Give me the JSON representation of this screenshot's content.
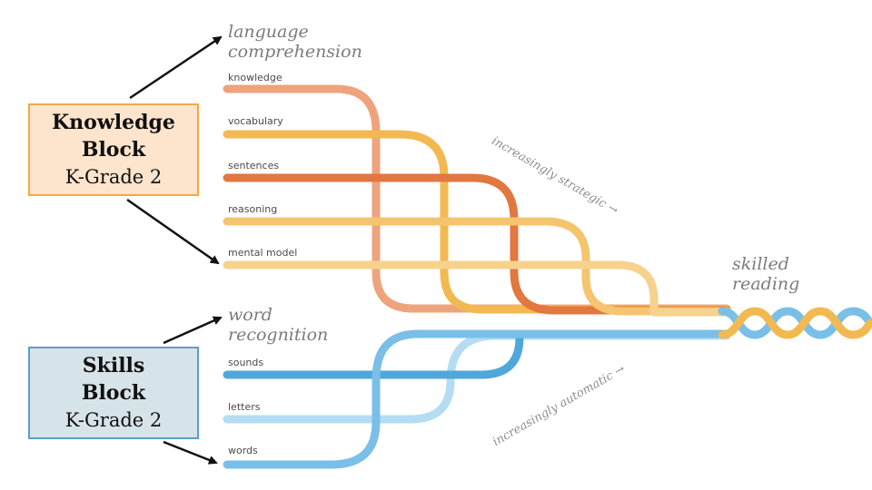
{
  "colors": {
    "knowledge": "#eda47d",
    "vocabulary": "#f2b952",
    "sentences": "#e2773f",
    "reasoning": "#f4c56e",
    "mental_model": "#f6d28d",
    "sounds": "#4ea8da",
    "letters": "#b4dcf3",
    "words": "#79bfe8",
    "knowledge_box_fill": "#fde4cc",
    "knowledge_box_border": "#f2a845",
    "skills_box_fill": "#d6e3e8",
    "skills_box_border": "#5aa0c6",
    "arrow": "#111111"
  },
  "headings": {
    "language_comprehension": [
      "language",
      "comprehension"
    ],
    "word_recognition": [
      "word",
      "recognition"
    ],
    "skilled_reading": [
      "skilled",
      "reading"
    ]
  },
  "strands": {
    "knowledge": "knowledge",
    "vocabulary": "vocabulary",
    "sentences": "sentences",
    "reasoning": "reasoning",
    "mental_model": "mental model",
    "sounds": "sounds",
    "letters": "letters",
    "words": "words"
  },
  "annotations": {
    "strategic": "increasingly strategic →",
    "automatic": "increasingly automatic →"
  },
  "knowledge_block": {
    "line1": "Knowledge",
    "line2": "Block",
    "line3": "K-Grade 2"
  },
  "skills_block": {
    "line1": "Skills",
    "line2": "Block",
    "line3": "K-Grade 2"
  }
}
